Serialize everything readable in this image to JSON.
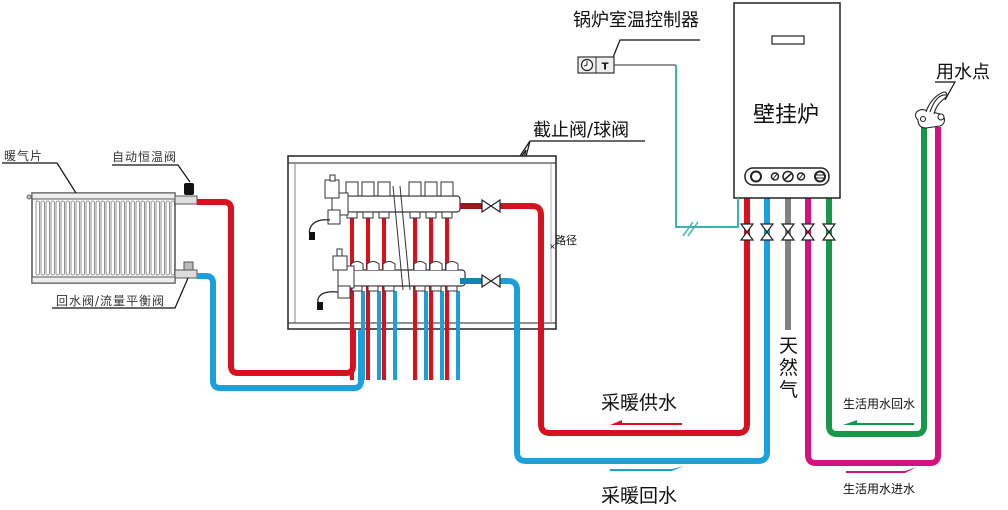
{
  "labels": {
    "radiator": "暖气片",
    "thermostatic_valve": "自动恒温阀",
    "return_valve": "回水阀/流量平衡阀",
    "shutoff_valve": "截止阀/球阀",
    "room_controller": "锅炉室温控制器",
    "boiler": "壁挂炉",
    "water_point": "用水点",
    "heating_supply": "采暖供水",
    "heating_return": "采暖回水",
    "natural_gas_chars": [
      "天",
      "然",
      "气"
    ],
    "domestic_return": "生活用水回水",
    "domestic_inlet": "生活用水进水",
    "path_marker": "路径",
    "controller_t": "T"
  },
  "colors": {
    "heating_supply": "#d7111f",
    "heating_return": "#1ca0dc",
    "gas": "#808080",
    "domestic_inlet": "#d3127f",
    "domestic_return": "#16974a",
    "control_wire": "#3bb3b0",
    "outline": "#222222"
  }
}
